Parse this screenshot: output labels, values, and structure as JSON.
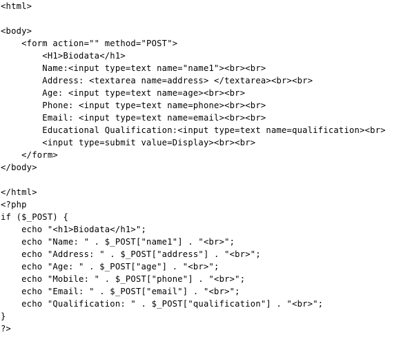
{
  "code_lines": [
    "<html>",
    "",
    "<body>",
    "    <form action=\"\" method=\"POST\">",
    "        <H1>Biodata</h1>",
    "        Name:<input type=text name=\"name1\"><br><br>",
    "        Address: <textarea name=address> </textarea><br><br>",
    "        Age: <input type=text name=age><br><br>",
    "        Phone: <input type=text name=phone><br><br>",
    "        Email: <input type=text name=email><br><br>",
    "        Educational Qualification:<input type=text name=qualification><br>",
    "        <input type=submit value=Display><br><br>",
    "    </form>",
    "</body>",
    "",
    "</html>",
    "<?php",
    "if ($_POST) {",
    "    echo \"<h1>Biodata</h1>\";",
    "    echo \"Name: \" . $_POST[\"name1\"] . \"<br>\";",
    "    echo \"Address: \" . $_POST[\"address\"] . \"<br>\";",
    "    echo \"Age: \" . $_POST[\"age\"] . \"<br>\";",
    "    echo \"Mobile: \" . $_POST[\"phone\"] . \"<br>\";",
    "    echo \"Email: \" . $_POST[\"email\"] . \"<br>\";",
    "    echo \"Qualification: \" . $_POST[\"qualification\"] . \"<br>\";",
    "}",
    "?>"
  ]
}
